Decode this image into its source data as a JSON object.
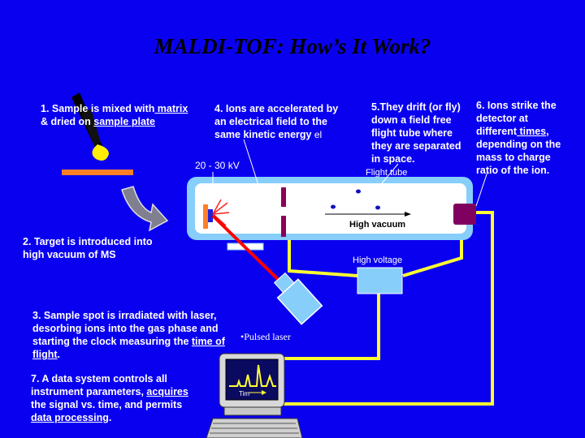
{
  "title": "MALDI-TOF: How’s It Work?",
  "steps": {
    "s1": {
      "a": "1. Sample is mixed with",
      "b": " matrix",
      "c": "& dried on ",
      "d": "sample plate"
    },
    "s2": "2. Target is introduced into high vacuum of MS",
    "s3": {
      "a": "3. Sample spot is irradiated with laser, desorbing ions into the gas phase and starting the clock measuring the ",
      "b": "time of flight",
      "c": "."
    },
    "s4": "4.  Ions are accelerated  by an electrical field to the same kinetic energy",
    "s4_tail": " el",
    "s5": "5.They drift (or fly) down a field free flight tube where they are separated in space.",
    "s6": {
      "a": "6. Ions strike the detector at different",
      "b": " times",
      "c": ", depending on the mass to charge ratio of the ion."
    },
    "s7": {
      "a": "7.  A data system controls all instrument parameters, ",
      "b": "acquires",
      "c": " the signal vs. time, and permits ",
      "d": "data processing",
      "e": "."
    }
  },
  "labels": {
    "voltage": "20 - 30 kV",
    "flight_tube": "Flight tube",
    "vacuum": "High vacuum",
    "high_voltage": "High voltage",
    "laser": "•Pulsed laser",
    "screen": "Tim"
  },
  "colors": {
    "background": "#0a00f0",
    "tube": "#87cefa",
    "wire": "#ffff33",
    "laser_beam": "#ff0000",
    "plate": "#ff7f27",
    "detector": "#800060",
    "grid": "#8b005a"
  }
}
